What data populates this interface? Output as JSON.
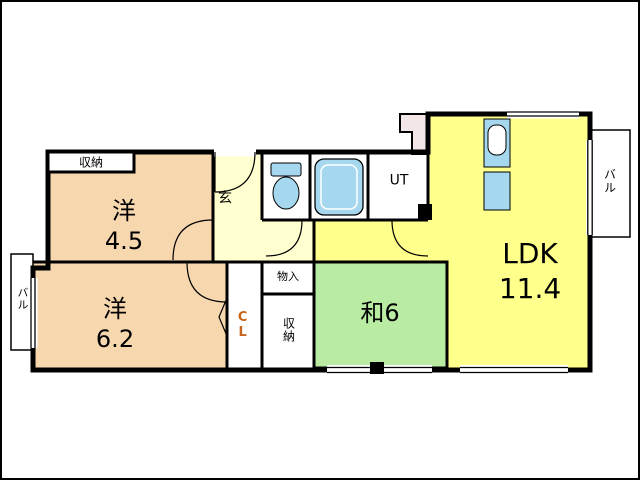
{
  "colors": {
    "wall": "#000000",
    "western_room": "#f6d7ae",
    "ldk": "#ffff8c",
    "tatami": "#b9eba3",
    "hall": "#ffffcf",
    "fixture_blue": "#a5d8ee",
    "ps_fill": "#f2e6e6",
    "cl_text": "#c8651b",
    "white": "#ffffff"
  },
  "labels": {
    "storage_top": "収納",
    "western1_name": "洋",
    "western1_size": "4.5",
    "western2_name": "洋",
    "western2_size": "6.2",
    "japanese_room": "和6",
    "ldk_name": "LDK",
    "ldk_size": "11.4",
    "entrance": "玄",
    "utility": "UT",
    "closet_small": "物入",
    "storage_center": "収納",
    "closet_cl": "CL",
    "balcony_right": "バル",
    "balcony_left": "バル"
  }
}
